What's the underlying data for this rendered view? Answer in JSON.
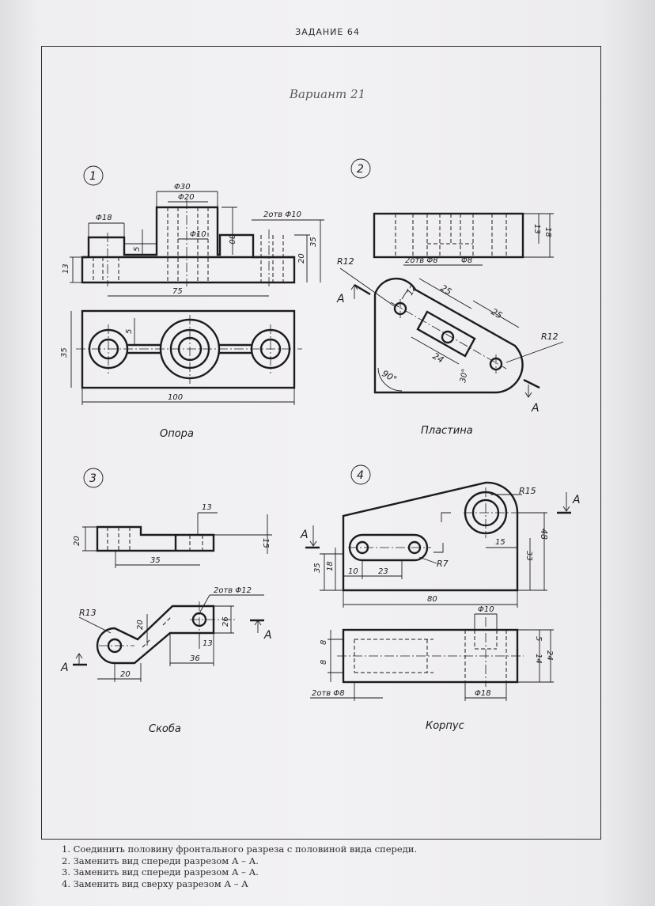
{
  "header": "ЗАДАНИЕ 64",
  "variant": "Вариант 21",
  "parts": [
    {
      "number": "1",
      "caption": "Опора",
      "dims": {
        "d30": "Φ30",
        "d20": "Φ20",
        "d18": "Φ18",
        "holes": "2отв Φ10",
        "d10": "Φ10",
        "h30": "30",
        "h35": "35",
        "h20": "20",
        "h5": "5",
        "h13": "13",
        "len75": "75",
        "w35": "35",
        "w5": "5",
        "len100": "100"
      }
    },
    {
      "number": "2",
      "caption": "Пластина",
      "dims": {
        "h13": "13",
        "h18": "18",
        "holes": "2отв Φ8",
        "d8": "Φ8",
        "r12a": "R12",
        "r12b": "R12",
        "w12": "12",
        "l25a": "25",
        "l25b": "25",
        "l24": "24",
        "a30": "30°",
        "a90": "90°"
      }
    },
    {
      "number": "3",
      "caption": "Скоба",
      "dims": {
        "h13": "13",
        "h20": "20",
        "h15": "15",
        "l35": "35",
        "holes": "2отв Φ12",
        "r13": "R13",
        "v20": "20",
        "h26": "26",
        "s13": "13",
        "l36": "36",
        "b20": "20"
      }
    },
    {
      "number": "4",
      "caption": "Корпус",
      "dims": {
        "r15": "R15",
        "h48": "48",
        "h33": "33",
        "w15": "15",
        "h35": "35",
        "h18": "18",
        "l10": "10",
        "l23": "23",
        "r7": "R7",
        "l80": "80",
        "d10": "Φ10",
        "v8a": "8",
        "v8b": "8",
        "h5": "5",
        "h14": "14",
        "h24": "24",
        "holes": "2отв Φ8",
        "d18": "Φ18"
      }
    }
  ],
  "section_letter": "A",
  "tasks": [
    "1. Соединить половину фронтального разреза с половиной вида спереди.",
    "2. Заменить вид спереди разрезом А – А.",
    "3. Заменить вид спереди разрезом А – А.",
    "4. Заменить вид сверху разрезом А – А"
  ]
}
